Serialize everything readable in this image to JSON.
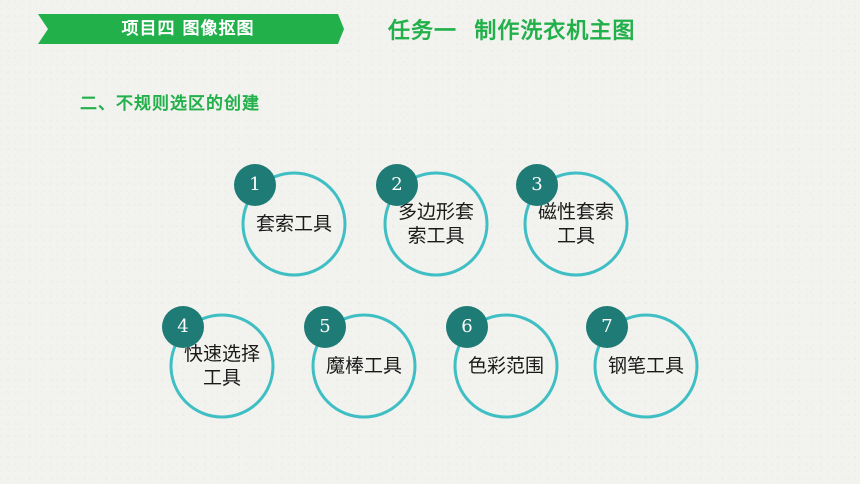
{
  "header": {
    "project_label": "项目四  图像抠图",
    "task_title": "任务一  制作洗衣机主图"
  },
  "section": {
    "heading": "二、不规则选区的创建"
  },
  "tools": [
    {
      "number": "1",
      "label": "套索工具"
    },
    {
      "number": "2",
      "label": "多边形套索工具"
    },
    {
      "number": "3",
      "label": "磁性套索工具"
    },
    {
      "number": "4",
      "label": "快速选择工具"
    },
    {
      "number": "5",
      "label": "魔棒工具"
    },
    {
      "number": "6",
      "label": "色彩范围"
    },
    {
      "number": "7",
      "label": "钢笔工具"
    }
  ],
  "colors": {
    "accent_green": "#22b04b",
    "ring_teal": "#3fbfc4",
    "badge_teal": "#1f7b76"
  }
}
